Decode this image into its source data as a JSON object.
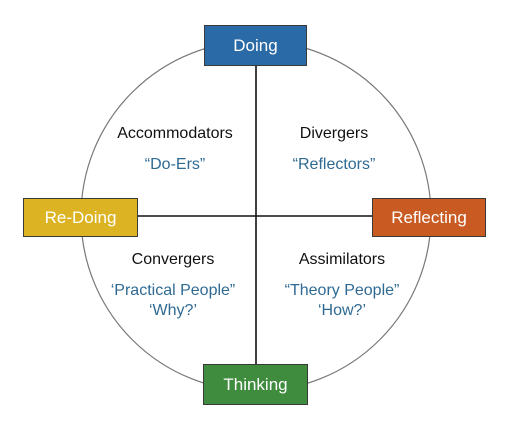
{
  "colors": {
    "doing": "#2a6aa6",
    "redoing": "#dcb323",
    "reflecting": "#c85a22",
    "thinking": "#3f8c3f",
    "alias_text": "#2f6a93",
    "outline": "#777777"
  },
  "poles": {
    "top": "Doing",
    "left": "Re-Doing",
    "right": "Reflecting",
    "bottom": "Thinking"
  },
  "quadrants": {
    "top_left": {
      "name": "Accommodators",
      "aliases": [
        "“Do-Ers”"
      ]
    },
    "top_right": {
      "name": "Divergers",
      "aliases": [
        "“Reflectors”"
      ]
    },
    "bottom_left": {
      "name": "Convergers",
      "aliases": [
        "‘Practical People”",
        "‘Why?’"
      ]
    },
    "bottom_right": {
      "name": "Assimilators",
      "aliases": [
        "“Theory People”",
        "‘How?’"
      ]
    }
  }
}
